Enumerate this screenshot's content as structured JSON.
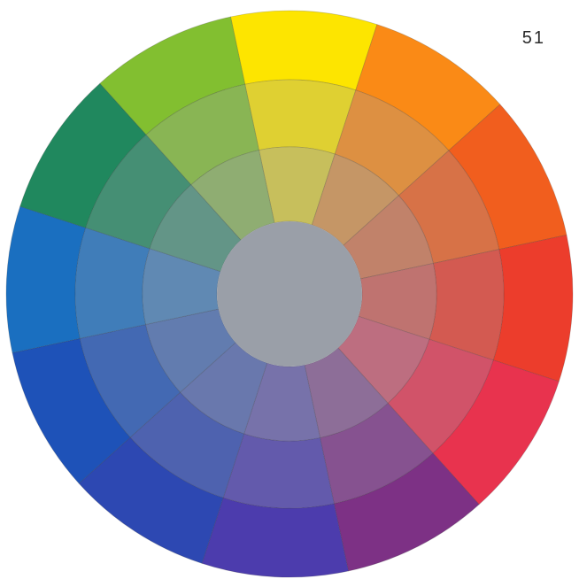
{
  "page_number": "51",
  "wheel": {
    "hues": [
      "#FDE500",
      "#FA8A16",
      "#F15E1E",
      "#EC3D2C",
      "#E8334E",
      "#7D3185",
      "#4C3CAD",
      "#2D48B2",
      "#1E52B8",
      "#1A6FC0",
      "#20885E",
      "#82BF30"
    ],
    "ring_mix_strength": [
      0,
      0.3,
      0.55
    ],
    "center_color": "#9A9FA8",
    "ring_mix_color": "#9A9FA8"
  }
}
